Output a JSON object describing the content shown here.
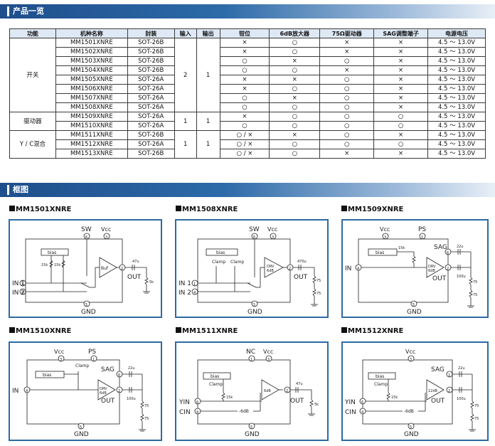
{
  "section1_title": "产品一览",
  "section2_title": "框图",
  "table": {
    "headers": [
      "功能",
      "机种名称",
      "封装",
      "输入",
      "输出",
      "钳位",
      "6dB放大器",
      "75Ω驱动器",
      "SAG调整端子",
      "电源电压"
    ],
    "groups": [
      {
        "func": "开关",
        "input": "2",
        "output": "1",
        "rows": [
          [
            "MM1501XNRE",
            "SOT-26B",
            "×",
            "○",
            "×",
            "×",
            "4.5 ～ 13.0V"
          ],
          [
            "MM1502XNRE",
            "SOT-26B",
            "×",
            "○",
            "×",
            "×",
            "4.5 ～ 13.0V"
          ],
          [
            "MM1503XNRE",
            "SOT-26B",
            "○",
            "×",
            "○",
            "×",
            "4.5 ～ 13.0V"
          ],
          [
            "MM1504XNRE",
            "SOT-26B",
            "○",
            "○",
            "×",
            "×",
            "4.5 ～ 13.0V"
          ],
          [
            "MM1505XNRE",
            "SOT-26A",
            "×",
            "×",
            "○",
            "×",
            "4.5 ～ 13.0V"
          ],
          [
            "MM1506XNRE",
            "SOT-26A",
            "×",
            "○",
            "○",
            "×",
            "4.5 ～ 13.0V"
          ],
          [
            "MM1507XNRE",
            "SOT-26A",
            "○",
            "×",
            "○",
            "×",
            "4.5 ～ 13.0V"
          ],
          [
            "MM1508XNRE",
            "SOT-26A",
            "○",
            "○",
            "○",
            "×",
            "4.5 ～ 13.0V"
          ]
        ]
      },
      {
        "func": "驱动器",
        "input": "1",
        "output": "1",
        "rows": [
          [
            "MM1509XNRE",
            "SOT-26A",
            "×",
            "○",
            "○",
            "○",
            "4.5 ～ 13.0V"
          ],
          [
            "MM1510XNRE",
            "SOT-26A",
            "○",
            "○",
            "○",
            "○",
            "4.5 ～ 13.0V"
          ]
        ]
      },
      {
        "func": "Y / C混合",
        "input": "1",
        "output": "1",
        "rows": [
          [
            "MM1511XNRE",
            "SOT-26B",
            "○ / ×",
            "×",
            "○",
            "×",
            "4.5 ～ 13.0V"
          ],
          [
            "MM1512XNRE",
            "SOT-26A",
            "○ / ×",
            "○",
            "○",
            "○",
            "4.5 ～ 13.0V"
          ],
          [
            "MM1513XNRE",
            "SOT-26B",
            "○ / ×",
            "○",
            "×",
            "×",
            "4.5 ～ 13.0V"
          ]
        ]
      }
    ]
  },
  "diagrams": {
    "d1": {
      "caption": "MM1501XNRE",
      "sw": "SW",
      "vcc": "Vcc",
      "bias": "bias",
      "r1": "15k",
      "r2": "15k",
      "buf": "Buf",
      "cap": "47u",
      "rl": "5k",
      "out": "OUT",
      "in1": "IN 1",
      "in2": "IN 2",
      "gnd": "GND",
      "p1": "1",
      "p2": "2",
      "p3": "3",
      "p4": "4",
      "p5": "5",
      "p6": "6"
    },
    "d2": {
      "caption": "MM1508XNRE",
      "sw": "SW",
      "vcc": "Vcc",
      "bias": "bias",
      "clamp1": "Clamp",
      "clamp2": "Clamp",
      "drv": "DRV",
      "db": "6dB",
      "cap": "470u",
      "r1": "75",
      "r2": "75",
      "out": "OUT",
      "in1": "IN 1",
      "in2": "IN 2",
      "gnd": "GND",
      "p1": "1",
      "p2": "2",
      "p3": "3",
      "p4": "4",
      "p5": "5",
      "p6": "6"
    },
    "d3": {
      "caption": "MM1509XNRE",
      "vcc": "Vcc",
      "ps": "PS",
      "bias": "bias",
      "r1": "15k",
      "sag": "SAG",
      "cap1": "22u",
      "cap2": "100u",
      "drv": "DRV",
      "db": "6dB",
      "out": "OUT",
      "r2": "75",
      "r3": "75",
      "in": "IN",
      "gnd": "GND",
      "p1": "1",
      "p2": "2",
      "p3": "3",
      "p4": "4",
      "p5": "5",
      "p6": "6"
    },
    "d4": {
      "caption": "MM1510XNRE",
      "vcc": "Vcc",
      "ps": "PS",
      "clamp": "Clamp",
      "bias": "bias",
      "sag": "SAG",
      "cap1": "22u",
      "cap2": "100u",
      "drv": "DRV",
      "db": "6dB",
      "out": "OUT",
      "r1": "75",
      "r2": "75",
      "in": "IN",
      "gnd": "GND",
      "p1": "1",
      "p2": "2",
      "p3": "3",
      "p4": "4",
      "p5": "5",
      "p6": "6"
    },
    "d5": {
      "caption": "MM1511XNRE",
      "nc": "NC",
      "vcc": "Vcc",
      "bias": "bias",
      "clamp": "Clamp",
      "r1": "15k",
      "db": "6dB",
      "m6db": "-6dB",
      "cap": "47u",
      "rl": "5k",
      "out": "OUT",
      "yin": "YIN",
      "cin": "CIN",
      "gnd": "GND",
      "p1": "1",
      "p2": "2",
      "p3": "3",
      "p4": "4",
      "p5": "5",
      "p6": "6"
    },
    "d6": {
      "caption": "MM1512XNRE",
      "sag": "SAG",
      "vcc": "Vcc",
      "bias": "bias",
      "clamp": "Clamp",
      "r1": "15k",
      "db": "12dB",
      "m6db": "-6dB",
      "cap1": "22u",
      "cap2": "100u",
      "out": "OUT",
      "r2": "75",
      "r3": "75",
      "yin": "YIN",
      "cin": "CIN",
      "gnd": "GND",
      "p1": "1",
      "p2": "2",
      "p3": "3",
      "p4": "4",
      "p5": "5",
      "p6": "6"
    }
  }
}
